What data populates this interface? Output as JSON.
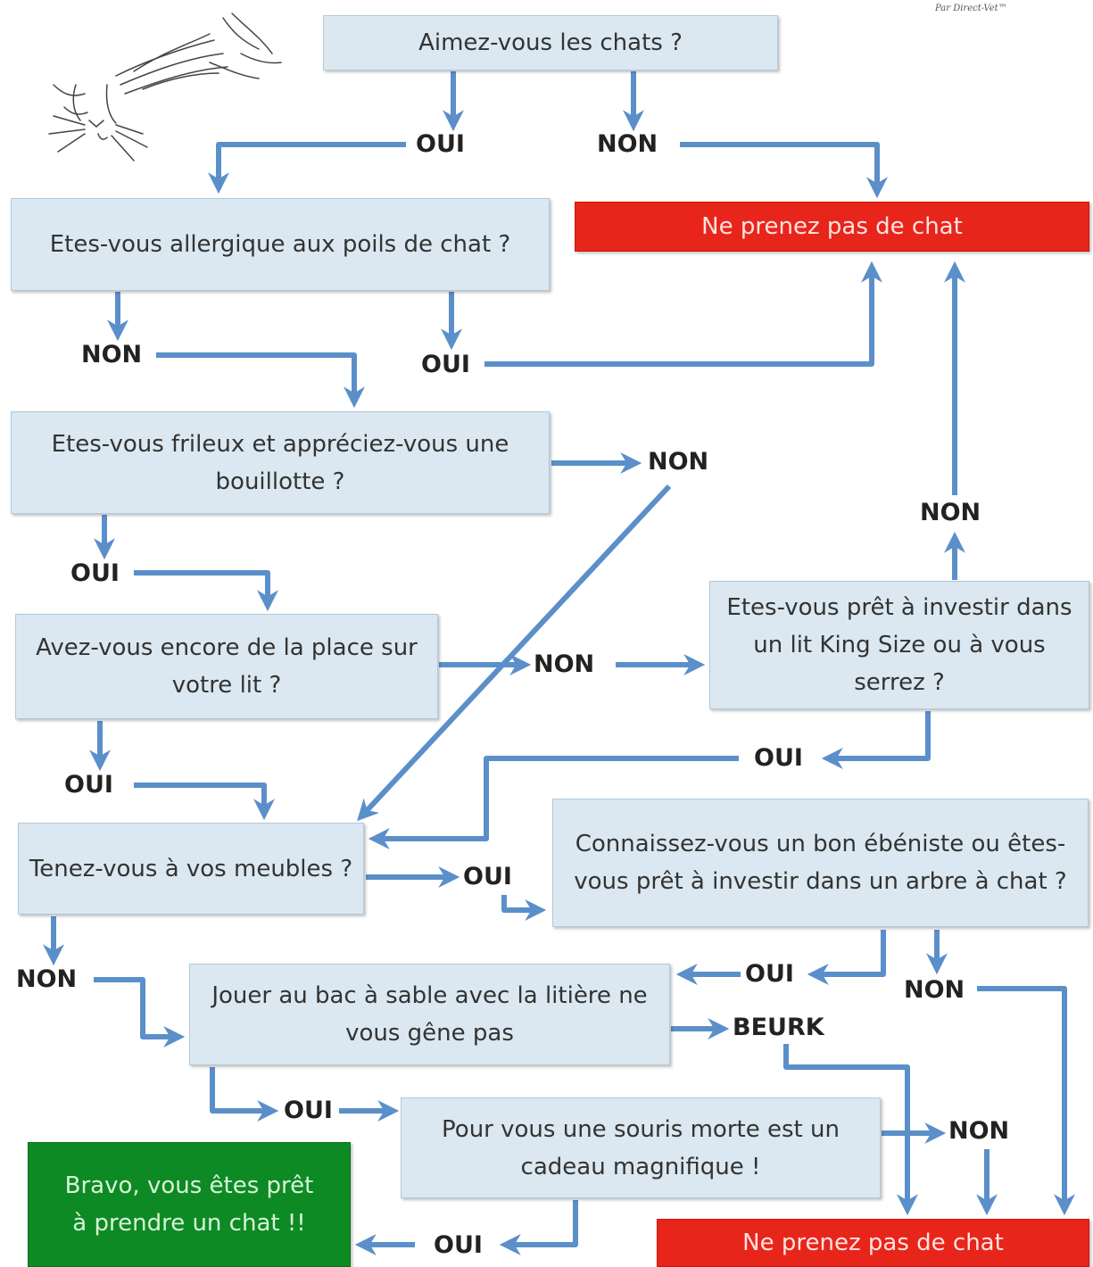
{
  "credit": "Par Direct-Vet™",
  "questions": {
    "q1": "Aimez-vous les chats ?",
    "q2": "Etes-vous allergique aux poils de chat ?",
    "q3": "Etes-vous frileux et appréciez-vous une bouillotte ?",
    "q4": "Avez-vous encore de la place sur votre lit ?",
    "q5": "Etes-vous prêt à investir dans un lit King Size ou à vous serrez ?",
    "q6": "Tenez-vous à vos meubles ?",
    "q7": "Connaissez-vous un bon ébéniste ou êtes-vous prêt à investir dans un arbre à chat ?",
    "q8": "Jouer au bac à sable avec la litière ne vous gêne pas",
    "q9": "Pour vous une souris morte est un cadeau magnifique !"
  },
  "outcomes": {
    "no_cat_top": "Ne prenez pas de chat",
    "no_cat_bottom": "Ne prenez pas de chat",
    "bravo": "Bravo, vous êtes prêt à prendre un chat !!"
  },
  "answers": {
    "yes": "OUI",
    "no": "NON",
    "yuck": "BEURK"
  },
  "colors": {
    "box_fill": "#dbe8f1",
    "arrow": "#5b8fca",
    "stop": "#e8251b",
    "go": "#0d8a24"
  }
}
